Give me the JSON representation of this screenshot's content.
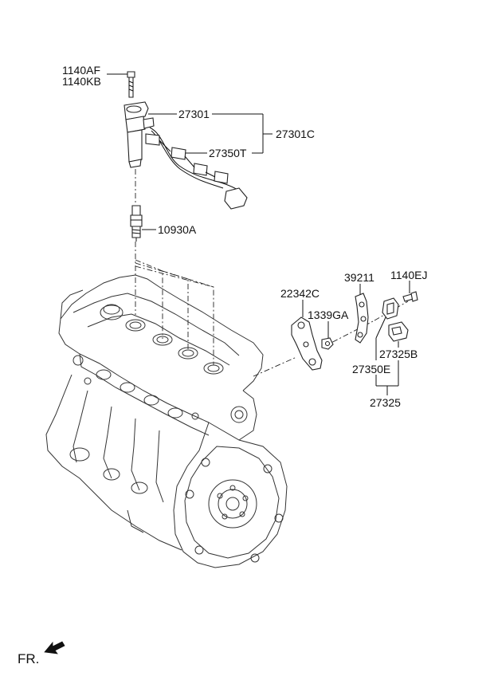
{
  "labels": {
    "p1140AF": "1140AF",
    "p1140KB": "1140KB",
    "p27301": "27301",
    "p27301C": "27301C",
    "p27350T": "27350T",
    "p10930A": "10930A",
    "p39211": "39211",
    "p1140EJ": "1140EJ",
    "p22342C": "22342C",
    "p1339GA": "1339GA",
    "p27325B": "27325B",
    "p27350E": "27350E",
    "p27325": "27325",
    "fr": "FR."
  },
  "icons": {
    "fr_arrow": "fr-arrow-icon"
  }
}
